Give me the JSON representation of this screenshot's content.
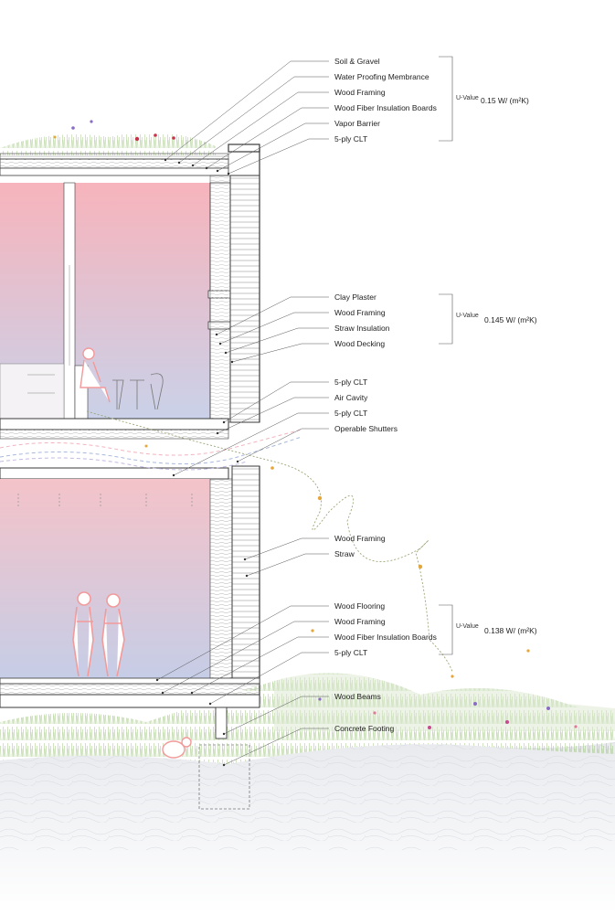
{
  "labels": {
    "roof": [
      "Soil & Gravel",
      "Water Proofing Membrance",
      "Wood Framing",
      "Wood Fiber Insulation Boards",
      "Vapor Barrier",
      "5-ply CLT"
    ],
    "upper_wall": [
      "Clay Plaster",
      "Wood Framing",
      "Straw Insulation",
      "Wood Decking"
    ],
    "mid_floor": [
      "5-ply CLT",
      "Air Cavity",
      "5-ply CLT",
      "Operable Shutters"
    ],
    "lower_wall": [
      "Wood Framing",
      "Straw"
    ],
    "ground_floor": [
      "Wood Flooring",
      "Wood Framing",
      "Wood Fiber Insulation Boards",
      "5-ply CLT"
    ],
    "foundation": [
      "Wood Beams",
      "Concrete Footing"
    ]
  },
  "u_values": {
    "tag": "U-Value",
    "roof": "0.15 W/ (m²K)",
    "wall": "0.145 W/ (m²K)",
    "floor": "0.138 W/ (m²K)"
  },
  "colors": {
    "interior_top": "#f6b8bf",
    "interior_bottom": "#c9cfe6",
    "structure": "#3a3a3a",
    "vegetation": "#8fbf6a",
    "flower_accent": "#c64a8e",
    "airflow": "#a9b8dc",
    "leader": "#555555"
  }
}
